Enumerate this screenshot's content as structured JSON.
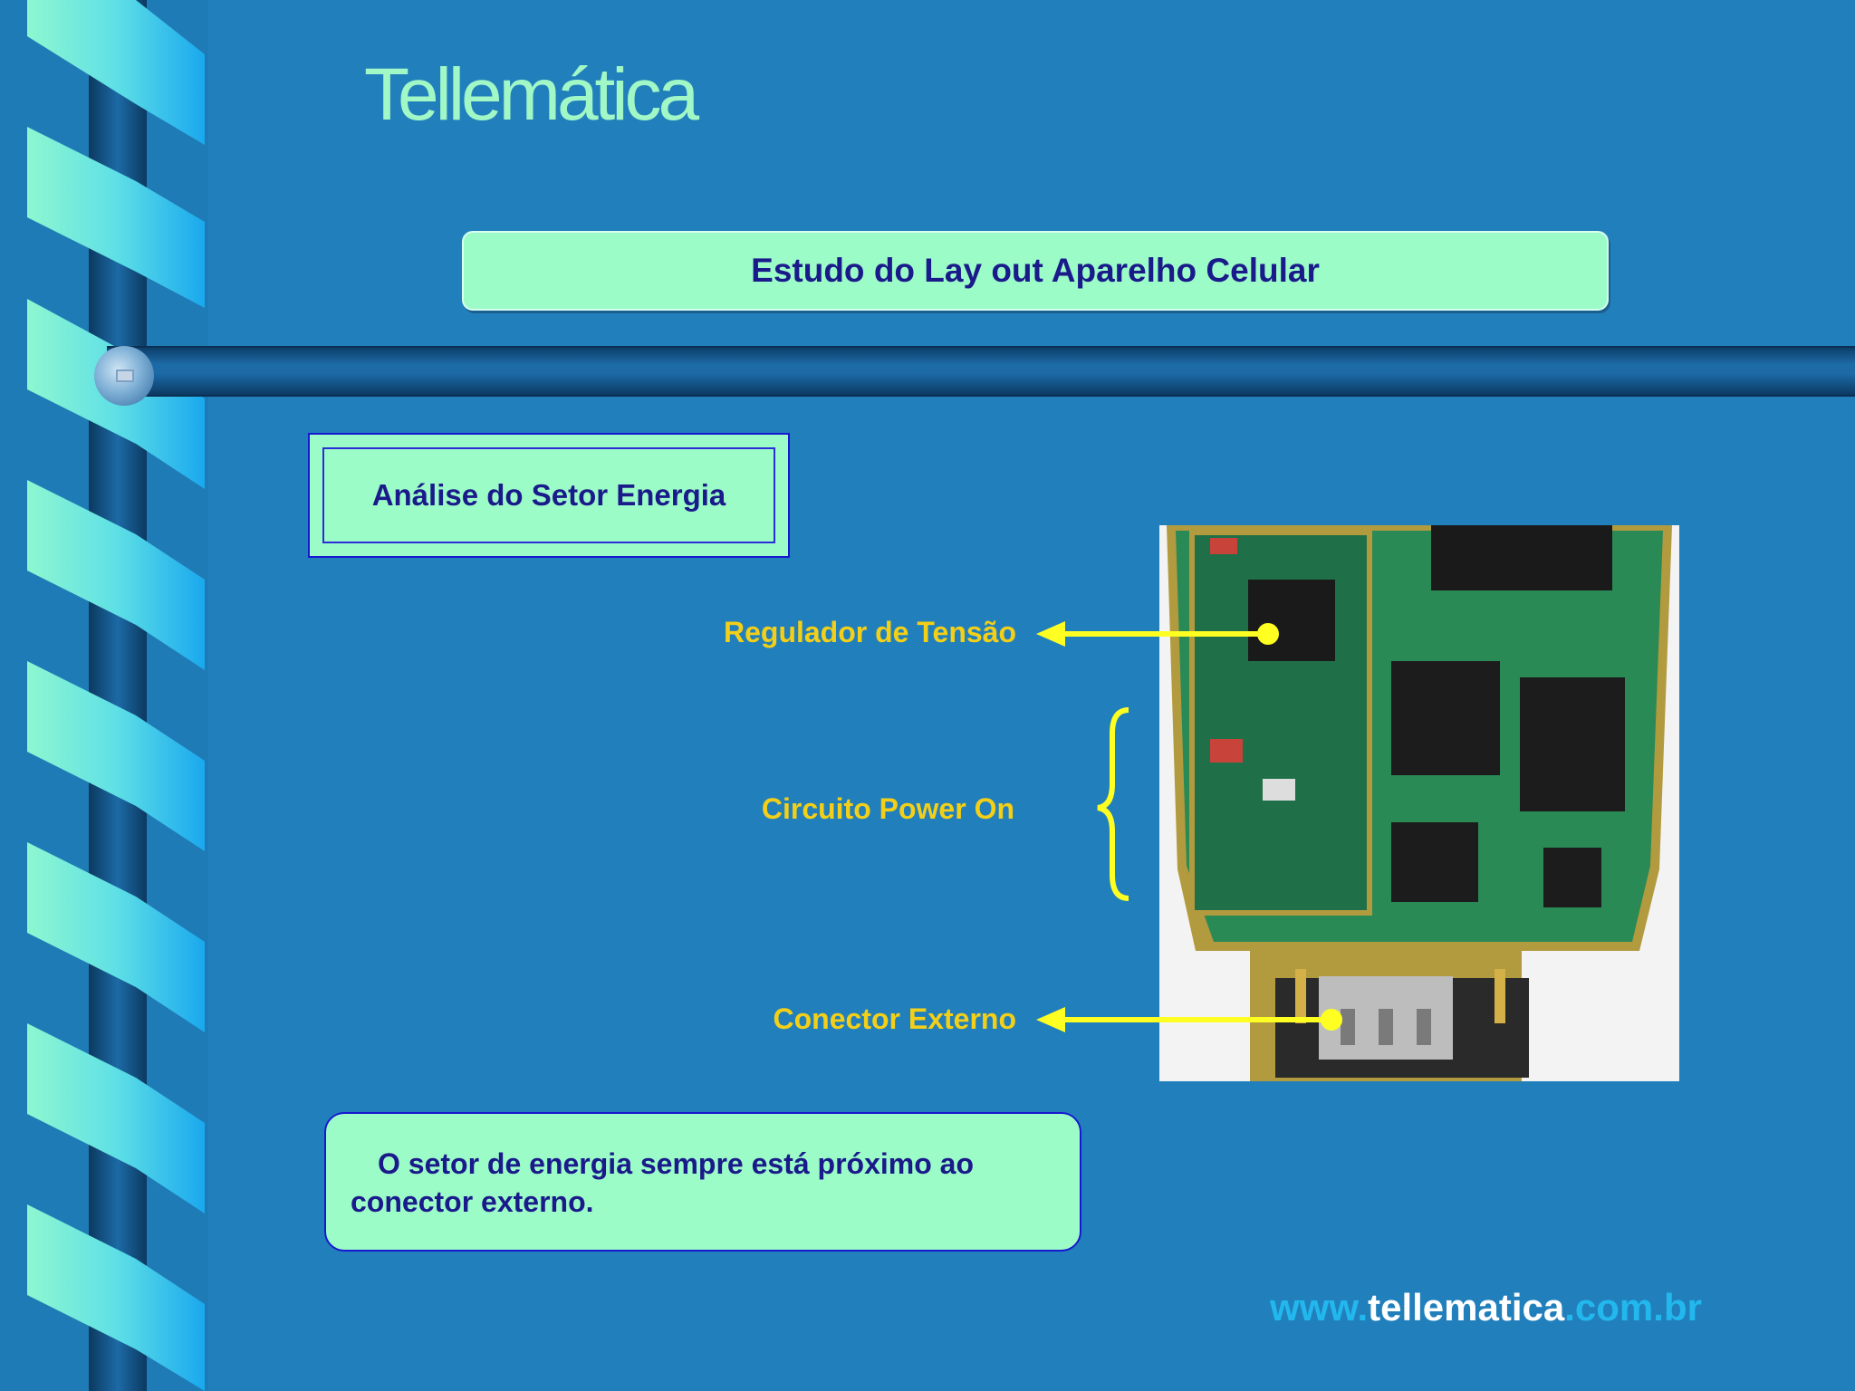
{
  "slide": {
    "title": "Tellemática",
    "header": "Estudo do Lay out Aparelho Celular",
    "section": "Análise do Setor Energia",
    "labels": {
      "regulator": "Regulador de Tensão",
      "power_on": "Circuito Power On",
      "connector": "Conector Externo"
    },
    "note": "O setor de energia sempre está próximo ao conector externo.",
    "url": {
      "prefix": "www.",
      "name": "tellematica",
      "suffix": ".com.br"
    },
    "image": "pcb-photo",
    "colors": {
      "background": "#2180bc",
      "title": "#a2f7c6",
      "box_fill": "#9cfcc8",
      "box_text": "#1a1a8a",
      "label": "#f3cf18",
      "arrow": "#ffff22"
    }
  }
}
